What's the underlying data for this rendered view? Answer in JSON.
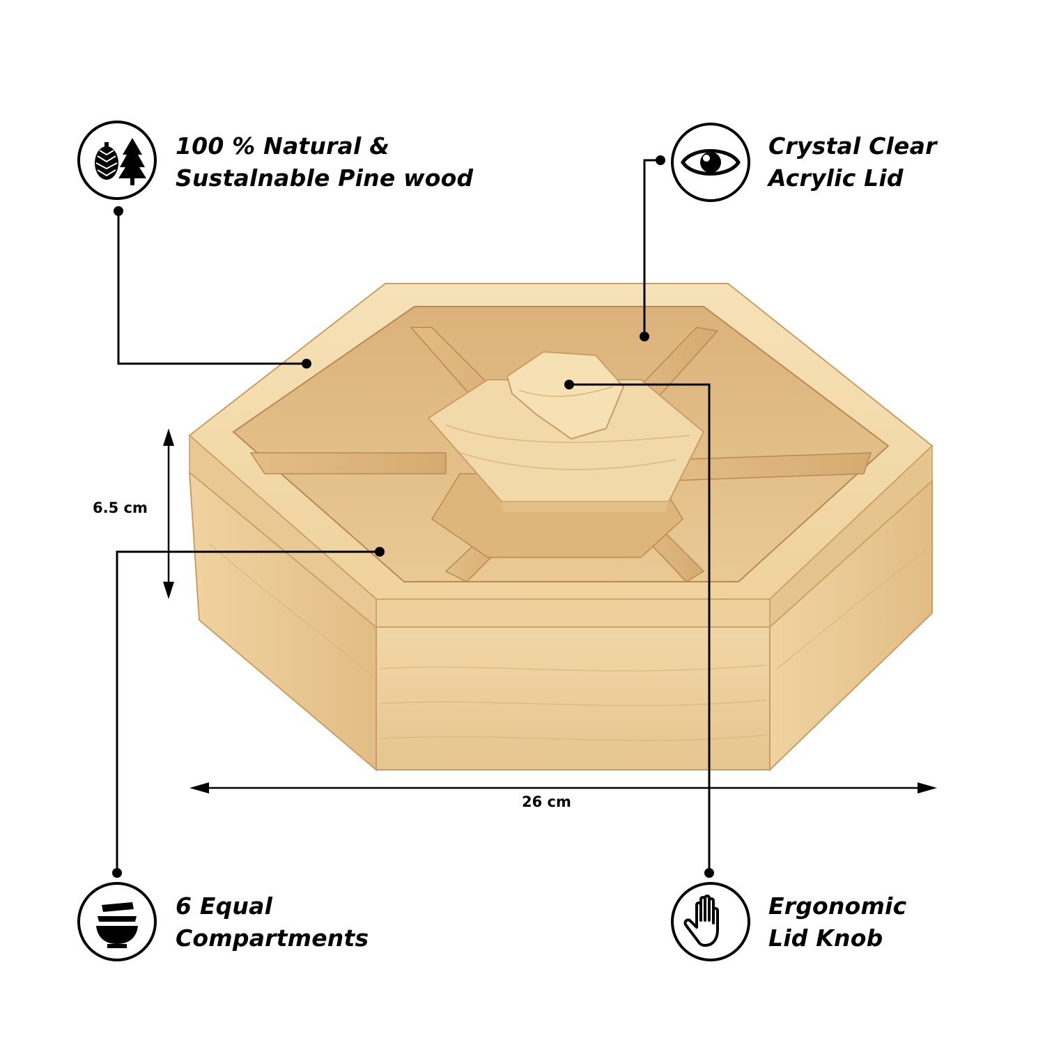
{
  "features": {
    "wood": {
      "line1": "100 % Natural &",
      "line2": "Sustalnable Pine wood",
      "icon": "pine-tree-icon"
    },
    "lid": {
      "line1": "Crystal Clear",
      "line2": "Acrylic Lid",
      "icon": "eye-icon"
    },
    "compartments": {
      "line1": "6 Equal",
      "line2": "Compartments",
      "icon": "stacked-bowls-icon"
    },
    "knob": {
      "line1": "Ergonomic",
      "line2": "Lid Knob",
      "icon": "hand-icon"
    }
  },
  "dimensions": {
    "height": "6.5 cm",
    "width": "26 cm"
  },
  "colors": {
    "wood_light": "#f3dcae",
    "wood_mid": "#e7c58c",
    "wood_dark": "#c99e62",
    "ink": "#000000"
  }
}
